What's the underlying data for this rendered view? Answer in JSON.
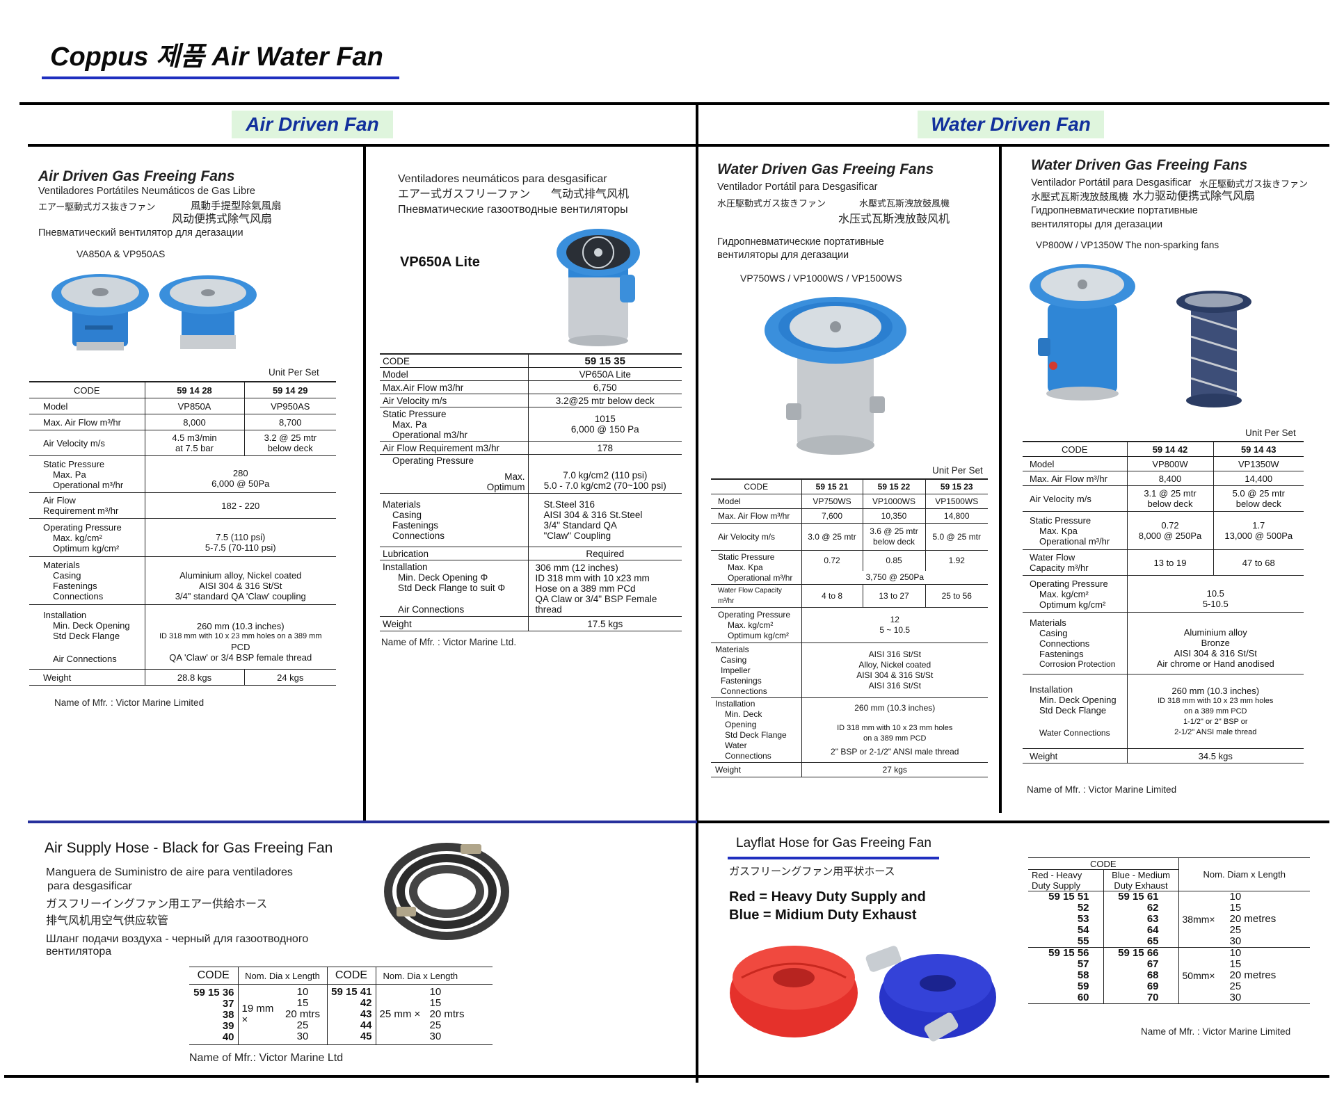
{
  "page_title": "Coppus 제품 Air Water Fan",
  "banners": {
    "air": "Air Driven Fan",
    "water": "Water Driven Fan"
  },
  "p1": {
    "title": "Air Driven Gas Freeing Fans",
    "sub1": "Ventiladores Portátiles Neumáticos de Gas Libre",
    "sub2": "エアー駆動式ガス抜きファン",
    "sub2b": "風動手提型除氣風扇",
    "sub3": "风动便携式除气风扇",
    "sub4": "Пневматический вентилятор для дегазации",
    "models": "VA850A  &  VP950AS",
    "unit": "Unit Per Set",
    "code_label": "CODE",
    "codes": [
      "59 14 28",
      "59 14 29"
    ],
    "rows": {
      "model": [
        "Model",
        "VP850A",
        "VP950AS"
      ],
      "maxair": [
        "Max. Air Flow m³/hr",
        "8,000",
        "8,700"
      ],
      "vel": [
        "Air Velocity m/s",
        "4.5 m3/min",
        "at 7.5 bar",
        "3.2 @ 25 mtr",
        "below deck"
      ],
      "static": [
        "Static Pressure",
        "Max. Pa",
        "Operational m³/hr",
        "280",
        "6,000 @ 50Pa"
      ],
      "airreq": [
        "Air Flow",
        "Requirement m³/hr",
        "182 - 220"
      ],
      "oper": [
        "Operating Pressure",
        "Max. kg/cm²",
        "Optimum kg/cm²",
        "7.5 (110 psi)",
        "5-7.5 (70-110 psi)"
      ],
      "mat": [
        "Materials",
        "Casing",
        "Fastenings",
        "Connections",
        "Aluminium alloy, Nickel coated",
        "AISI 304 & 316 St/St",
        "3/4\" standard QA 'Claw' coupling"
      ],
      "inst": [
        "Installation",
        "Min. Deck Opening",
        "Std Deck Flange",
        "Air Connections",
        "260 mm (10.3 inches)",
        "ID 318 mm with 10 x 23 mm holes on a 389 mm",
        "PCD",
        "QA 'Claw' or 3/4 BSP female thread"
      ],
      "weight": [
        "Weight",
        "28.8 kgs",
        "24 kgs"
      ]
    },
    "mfr": "Name of Mfr. : Victor Marine Limited"
  },
  "p2": {
    "sub1": "Ventiladores neumáticos para desgasificar",
    "sub2": "エアー式ガスフリーファン",
    "sub2b": "气动式排气风机",
    "sub3": "Пневматические газоотводные вентиляторы",
    "model_title": "VP650A Lite",
    "rows": {
      "code": [
        "CODE",
        "59 15 35"
      ],
      "model": [
        "Model",
        "VP650A Lite"
      ],
      "maxair": [
        "Max.Air Flow m3/hr",
        "6,750"
      ],
      "vel": [
        "Air Velocity m/s",
        "3.2@25 mtr below deck"
      ],
      "static": [
        "Static Pressure",
        "Max. Pa",
        "Operational m3/hr",
        "1015",
        "6,000 @ 150 Pa"
      ],
      "airreq": [
        "Air Flow Requirement m3/hr",
        "178"
      ],
      "oper": [
        "Operating Pressure",
        "Max.",
        "Optimum",
        "7.0 kg/cm2  (110 psi)",
        "5.0 - 7.0 kg/cm2  (70~100 psi)"
      ],
      "mat": [
        "Materials",
        "Casing",
        "Fastenings",
        "Connections",
        "St.Steel 316",
        "AISI 304 & 316 St.Steel",
        "3/4\" Standard QA",
        "\"Claw\" Coupling"
      ],
      "lub": [
        "Lubrication",
        "Required"
      ],
      "inst": [
        "Installation",
        "Min. Deck Opening Φ",
        "Std Deck Flange to suit Φ",
        "Air Connections",
        "306 mm (12 inches)",
        "ID 318 mm with 10 x23 mm",
        "Hose on a 389 mm PCd",
        "QA Claw or 3/4\" BSP Female",
        "thread"
      ],
      "weight": [
        "Weight",
        "17.5 kgs"
      ]
    },
    "mfr": "Name of Mfr. : Victor Marine Ltd."
  },
  "p3": {
    "title": "Water Driven Gas Freeing Fans",
    "sub1": "Ventilador Portátil para Desgasificar",
    "sub2": "水圧駆動式ガス抜きファン",
    "sub2b": "水壓式瓦斯洩放鼓風機",
    "sub3": "水压式瓦斯洩放鼓风机",
    "sub4": "Гидропневматические портативные",
    "sub5": "вентиляторы для дегазации",
    "models": "VP750WS  /  VP1000WS / VP1500WS",
    "unit": "Unit Per Set",
    "code_label": "CODE",
    "codes": [
      "59 15 21",
      "59 15 22",
      "59 15 23"
    ],
    "rows": {
      "model": [
        "Model",
        "VP750WS",
        "VP1000WS",
        "VP1500WS"
      ],
      "maxair": [
        "Max. Air Flow m³/hr",
        "7,600",
        "10,350",
        "14,800"
      ],
      "vel": [
        "Air Velocity m/s",
        "3.0 @ 25 mtr",
        "3.6 @ 25 mtr",
        "below deck",
        "5.0 @ 25 mtr"
      ],
      "static": [
        "Static Pressure",
        "Max. Kpa",
        "Operational m³/hr",
        "0.72",
        "0.85",
        "1.92",
        "3,750 @  250Pa"
      ],
      "water": [
        "Water Flow Capacity m³/hr",
        "4 to 8",
        "13 to 27",
        "25 to 56"
      ],
      "oper": [
        "Operating Pressure",
        "Max. kg/cm²",
        "Optimum kg/cm²",
        "12",
        "5 ~ 10.5"
      ],
      "mat": [
        "Materials",
        "Casing",
        "Impeller",
        "Fastenings",
        "Connections",
        "AISI 316 St/St",
        "Alloy, Nickel coated",
        "AISI 304 & 316 St/St",
        "AISI 316 St/St"
      ],
      "inst": [
        "Installation",
        "Min. Deck",
        "Opening",
        "Std Deck Flange",
        "Water",
        "Connections",
        "260 mm (10.3 inches)",
        "ID 318 mm with 10 x 23 mm holes",
        "on a 389 mm PCD",
        "2\" BSP or 2-1/2\" ANSI male thread"
      ],
      "weight": [
        "Weight",
        "27 kgs"
      ]
    }
  },
  "p4": {
    "title": "Water Driven Gas Freeing Fans",
    "sub1": "Ventilador Portátil para Desgasificar",
    "sub1b": "水圧駆動式ガス抜きファン",
    "sub2": "水壓式瓦斯洩放鼓風機",
    "sub2b": "水力驱动便携式除气风扇",
    "sub3": "Гидропневматические портативные",
    "sub4": "вентиляторы для дегазации",
    "models": "VP800W   /  VP1350W    The   non-sparking  fans",
    "unit": "Unit Per Set",
    "code_label": "CODE",
    "codes": [
      "59 14 42",
      "59 14 43"
    ],
    "rows": {
      "model": [
        "Model",
        "VP800W",
        "VP1350W"
      ],
      "maxair": [
        "Max. Air Flow m³/hr",
        "8,400",
        "14,400"
      ],
      "vel": [
        "Air Velocity m/s",
        "3.1 @ 25 mtr",
        "below deck",
        "5.0 @ 25 mtr",
        "below deck"
      ],
      "static": [
        "Static Pressure",
        "Max. Kpa",
        "Operational m³/hr",
        "0.72",
        "8,000 @ 250Pa",
        "1.7",
        "13,000 @ 500Pa"
      ],
      "water": [
        "Water Flow",
        "Capacity m³/hr",
        "13 to 19",
        "47 to 68"
      ],
      "oper": [
        "Operating Pressure",
        "Max. kg/cm²",
        "Optimum kg/cm²",
        "10.5",
        "5-10.5"
      ],
      "mat": [
        "Materials",
        "Casing",
        "Connections",
        "Fastenings",
        "Corrosion Protection",
        "Aluminium alloy",
        "Bronze",
        "AISI 304 & 316 St/St",
        "Air chrome or Hand anodised"
      ],
      "inst": [
        "Installation",
        "Min. Deck Opening",
        "Std Deck Flange",
        "Water Connections",
        "260 mm (10.3 inches)",
        "ID 318 mm with 10 x 23 mm holes",
        "on a 389 mm  PCD",
        "1-1/2\" or 2\" BSP or",
        "2-1/2\" ANSI male thread"
      ],
      "weight": [
        "Weight",
        "34.5 kgs"
      ]
    },
    "mfr": "Name of Mfr. : Victor Marine Limited"
  },
  "hose": {
    "title": "Air Supply Hose - Black  for Gas Freeing Fan",
    "sub1": "Manguera de Suministro de aire para ventiladores",
    "sub1b": "para desgasificar",
    "sub2": "ガスフリーイングファン用エアー供給ホース",
    "sub3": "排气风机用空气供应软管",
    "sub4": "Шланг подачи воздуха - черный для газоотводного",
    "sub4b": "вентилятора",
    "headers": [
      "CODE",
      "Nom. Dia x Length",
      "CODE",
      "Nom. Dia x Length"
    ],
    "codes1": [
      "59 15 36",
      "37",
      "38",
      "39",
      "40"
    ],
    "dia1": "19 mm ×",
    "codes2": [
      "59 15 41",
      "42",
      "43",
      "44",
      "45"
    ],
    "dia2": "25 mm ×",
    "lengths": [
      "10",
      "15",
      "20 mtrs",
      "25",
      "30"
    ],
    "mfr": "Name of Mfr.: Victor Marine Ltd"
  },
  "layflat": {
    "title": "Layflat Hose  for  Gas Freeing Fan",
    "sub_jp": "ガスフリーングファン用平状ホース",
    "red_line": "Red  =  Heavy Duty Supply and",
    "blue_line": "Blue  =  Midium Duty Exhaust",
    "code_header": "CODE",
    "col_red": [
      "Red  -  Heavy",
      "Duty Supply"
    ],
    "col_blue": [
      "Blue - Medium",
      "Duty Exhaust"
    ],
    "col_dim": "Nom. Diam x Length",
    "red1": [
      "59 15 51",
      "52",
      "53",
      "54",
      "55"
    ],
    "blue1": [
      "59 15 61",
      "62",
      "63",
      "64",
      "65"
    ],
    "dia1": "38mm×",
    "red2": [
      "59 15 56",
      "57",
      "58",
      "59",
      "60"
    ],
    "blue2": [
      "59 15 66",
      "67",
      "68",
      "69",
      "70"
    ],
    "dia2": "50mm×",
    "lengths": [
      "10",
      "15",
      "20  metres",
      "25",
      "30"
    ],
    "mfr": "Name of Mfr. : Victor Marine Limited"
  },
  "colors": {
    "banner_bg": "#dff5dd",
    "banner_text": "#12309c",
    "underline": "#1f2fbf",
    "fan_blue": "#2f86d6",
    "hose_red": "#e5312b",
    "hose_blue": "#2834c8"
  }
}
